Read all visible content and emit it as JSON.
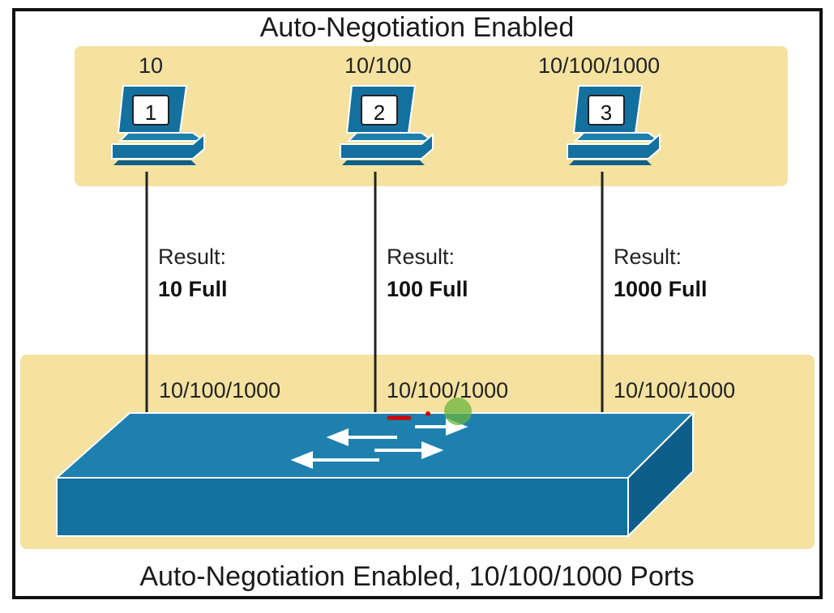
{
  "diagram": {
    "top_title": "Auto-Negotiation Enabled",
    "bottom_title": "Auto-Negotiation Enabled, 10/100/1000 Ports",
    "colors": {
      "zone": "#f5e2a0",
      "switch": "#13709f",
      "switch_top": "#1e80ae",
      "line": "#222222",
      "pc": "#13709f"
    },
    "pcs": [
      {
        "number": "1",
        "speed": "10",
        "result_label": "Result:",
        "result_value": "10 Full",
        "port": "10/100/1000"
      },
      {
        "number": "2",
        "speed": "10/100",
        "result_label": "Result:",
        "result_value": "100 Full",
        "port": "10/100/1000"
      },
      {
        "number": "3",
        "speed": "10/100/1000",
        "result_label": "Result:",
        "result_value": "1000 Full",
        "port": "10/100/1000"
      }
    ],
    "switch_icon": "switch-icon",
    "pc_icon": "desktop-pc-icon"
  }
}
